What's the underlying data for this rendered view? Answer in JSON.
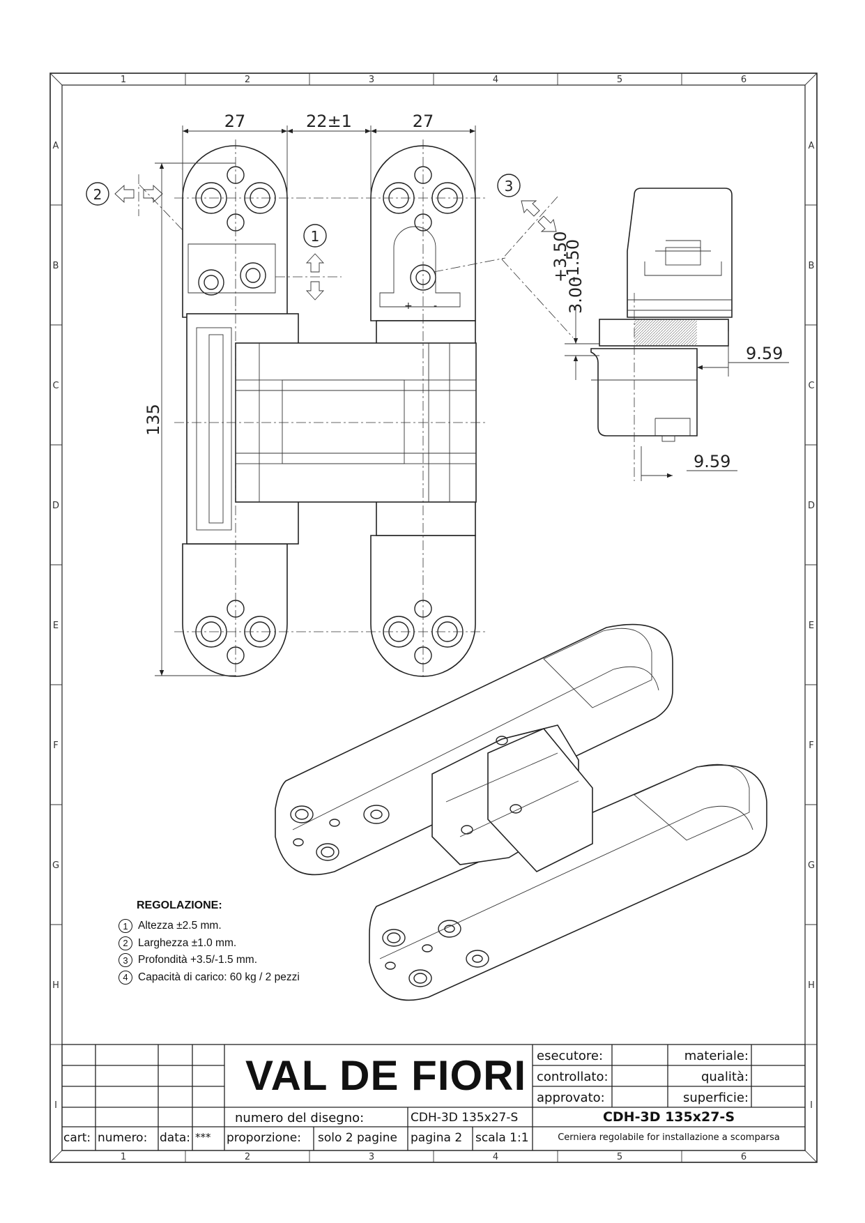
{
  "frame": {
    "columns": [
      "1",
      "2",
      "3",
      "4",
      "5",
      "6"
    ],
    "rows": [
      "A",
      "B",
      "C",
      "D",
      "E",
      "F",
      "G",
      "H",
      "I"
    ]
  },
  "dimensions": {
    "width_left": "27",
    "gap": "22±1",
    "width_right": "27",
    "height": "135",
    "depth_upper": "+3.50",
    "depth_lower": "-1.50",
    "depth_base": "3.00",
    "offset_top": "9.59",
    "offset_bottom": "9.59"
  },
  "callouts": [
    "1",
    "2",
    "3"
  ],
  "adjust_signs": {
    "plus": "+",
    "minus": "-"
  },
  "legend": {
    "title": "REGOLAZIONE:",
    "items": [
      {
        "num": "1",
        "text": "Altezza ±2.5 mm."
      },
      {
        "num": "2",
        "text": "Larghezza ±1.0 mm."
      },
      {
        "num": "3",
        "text": "Profondità +3.5/-1.5 mm."
      },
      {
        "num": "4",
        "text": "Capacità di carico: 60 kg / 2 pezzi"
      }
    ]
  },
  "title_block": {
    "company": "VAL DE FIORI",
    "labels": {
      "esecutore": "esecutore:",
      "controllato": "controllato:",
      "approvato": "approvato:",
      "materiale": "materiale:",
      "qualita": "qualità:",
      "superficie": "superficie:",
      "numero_disegno": "numero del disegno:",
      "proporzione": "proporzione:",
      "cart": "cart:",
      "numero": "numero:",
      "data": "data:",
      "stars": "***"
    },
    "drawing_number": "CDH-3D 135x27-S",
    "pages_note": "solo 2 pagine",
    "page": "pagina 2",
    "scale": "scala 1:1",
    "product_code": "CDH-3D 135x27-S",
    "description": "Cerniera regolabile for installazione a scomparsa"
  }
}
